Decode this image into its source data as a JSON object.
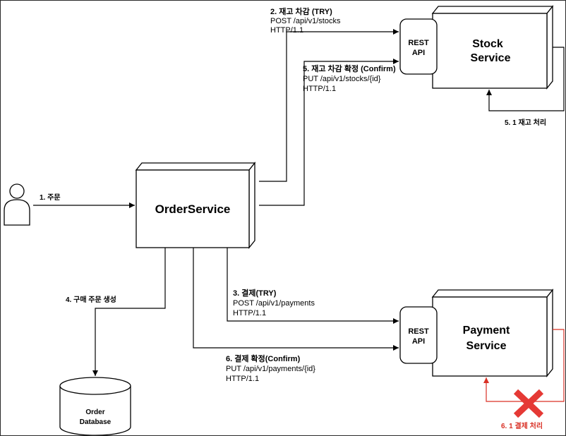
{
  "nodes": {
    "order_service": "OrderService",
    "stock_rest_line1": "REST",
    "stock_rest_line2": "API",
    "stock_service_line1": "Stock",
    "stock_service_line2": "Service",
    "payment_rest_line1": "REST",
    "payment_rest_line2": "API",
    "payment_service_line1": "Payment",
    "payment_service_line2": "Service",
    "db_line1": "Order",
    "db_line2": "Database"
  },
  "edges": {
    "order": "1. 주문",
    "stock_try_title": "2. 재고 차감 (TRY)",
    "stock_try_endpoint": "POST /api/v1/stocks",
    "stock_try_protocol": "HTTP/1.1",
    "payment_try_title": "3. 결제(TRY)",
    "payment_try_endpoint": "POST /api/v1/payments",
    "payment_try_protocol": "HTTP/1.1",
    "create_order": "4. 구매 주문 생성",
    "stock_confirm_title": "5. 재고 차감 확정 (Confirm)",
    "stock_confirm_endpoint": "PUT /api/v1/stocks/{id}",
    "stock_confirm_protocol": "HTTP/1.1",
    "stock_process": "5. 1 재고 처리",
    "payment_confirm_title": "6. 결제 확정(Confirm)",
    "payment_confirm_endpoint": "PUT /api/v1/payments/{id}",
    "payment_confirm_protocol": "HTTP/1.1",
    "payment_process": "6. 1 결제 처리"
  },
  "colors": {
    "line": "#000000",
    "failure": "#d93025",
    "box_fill": "#ffffff"
  },
  "icons": {
    "actor": "user-icon",
    "failure": "x-mark-icon"
  }
}
